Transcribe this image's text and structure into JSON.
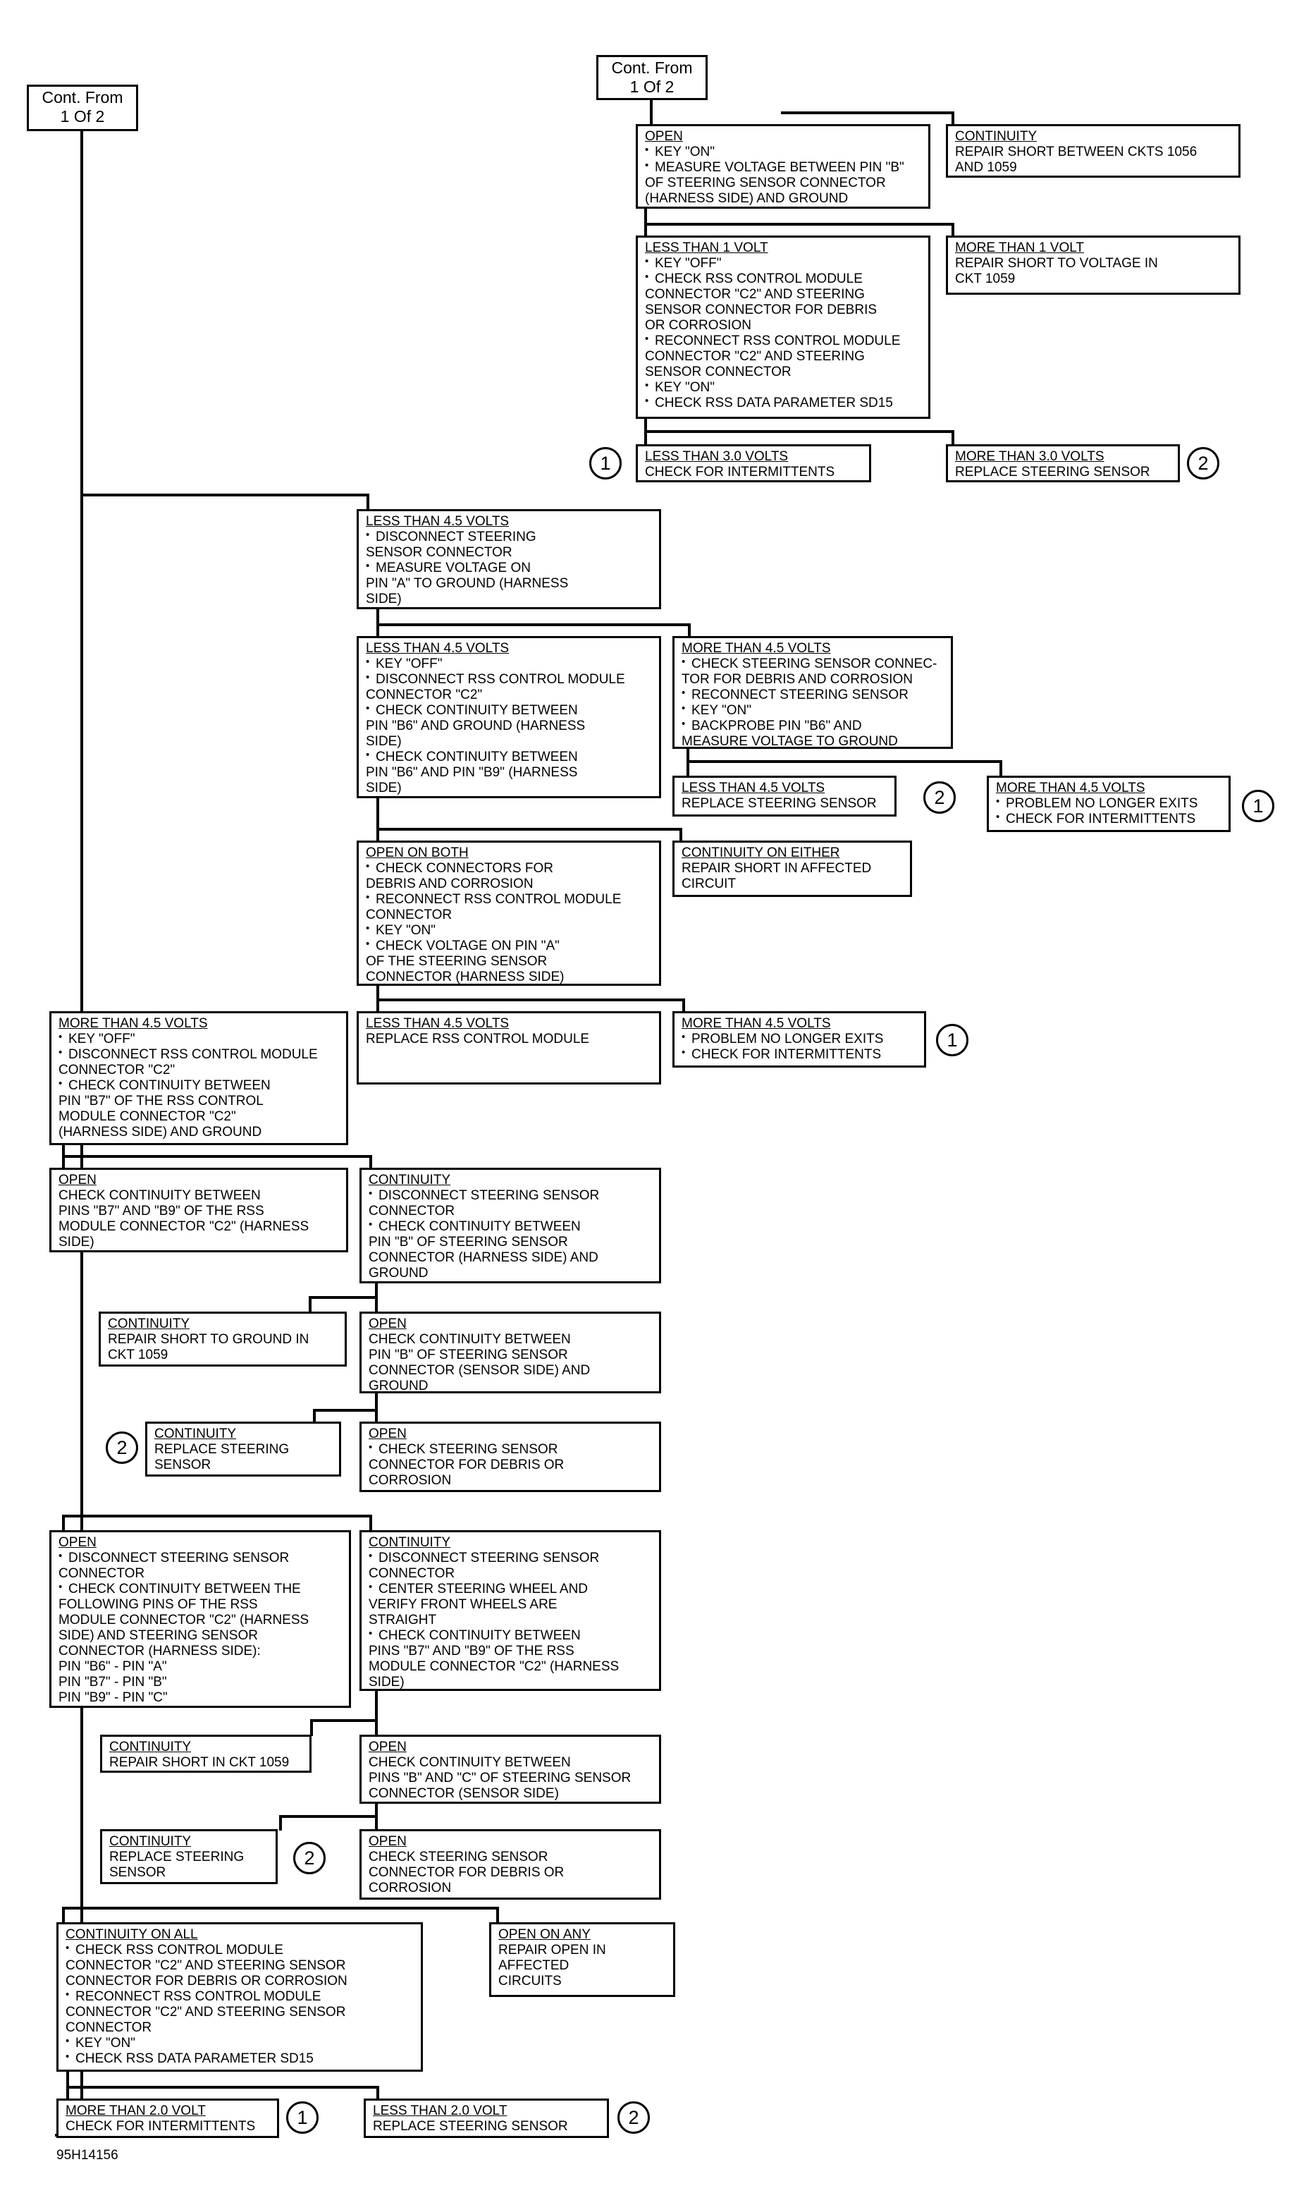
{
  "cont_left": {
    "line1": "Cont. From",
    "line2": "1 Of 2"
  },
  "cont_right": {
    "line1": "Cont. From",
    "line2": "1 Of 2"
  },
  "figure_id": "95H14156",
  "boxes": {
    "b1": {
      "heading": "OPEN",
      "lines": [
        {
          "t": "KEY \"ON\"",
          "b": true
        },
        {
          "t": "MEASURE VOLTAGE BETWEEN PIN \"B\"",
          "b": true
        },
        {
          "t": "OF STEERING SENSOR CONNECTOR",
          "b": false
        },
        {
          "t": "(HARNESS SIDE) AND GROUND",
          "b": false
        }
      ]
    },
    "b2": {
      "heading": "CONTINUITY",
      "lines": [
        {
          "t": "REPAIR SHORT BETWEEN CKTS 1056",
          "b": false
        },
        {
          "t": "AND 1059",
          "b": false
        }
      ]
    },
    "b3": {
      "heading": "LESS THAN 1 VOLT",
      "lines": [
        {
          "t": "KEY \"OFF\"",
          "b": true
        },
        {
          "t": "CHECK RSS CONTROL MODULE",
          "b": true
        },
        {
          "t": "CONNECTOR \"C2\" AND STEERING",
          "b": false
        },
        {
          "t": "SENSOR CONNECTOR FOR DEBRIS",
          "b": false
        },
        {
          "t": "OR CORROSION",
          "b": false
        },
        {
          "t": "RECONNECT RSS CONTROL MODULE",
          "b": true
        },
        {
          "t": "CONNECTOR \"C2\" AND STEERING",
          "b": false
        },
        {
          "t": "SENSOR CONNECTOR",
          "b": false
        },
        {
          "t": "KEY \"ON\"",
          "b": true
        },
        {
          "t": "CHECK RSS DATA PARAMETER SD15",
          "b": true
        }
      ]
    },
    "b4": {
      "heading": "MORE THAN 1 VOLT",
      "lines": [
        {
          "t": "REPAIR SHORT TO VOLTAGE IN",
          "b": false
        },
        {
          "t": "CKT 1059",
          "b": false
        }
      ]
    },
    "b5": {
      "heading": "LESS THAN 3.0 VOLTS",
      "lines": [
        {
          "t": "CHECK FOR INTERMITTENTS",
          "b": false
        }
      ]
    },
    "b6": {
      "heading": "MORE THAN 3.0 VOLTS",
      "lines": [
        {
          "t": "REPLACE STEERING SENSOR",
          "b": false
        }
      ]
    },
    "b7": {
      "heading": "LESS THAN 4.5 VOLTS",
      "lines": [
        {
          "t": "DISCONNECT STEERING",
          "b": true
        },
        {
          "t": "SENSOR CONNECTOR",
          "b": false
        },
        {
          "t": "MEASURE VOLTAGE ON",
          "b": true
        },
        {
          "t": "PIN \"A\" TO GROUND (HARNESS",
          "b": false
        },
        {
          "t": "SIDE)",
          "b": false
        }
      ]
    },
    "b8": {
      "heading": "LESS THAN 4.5 VOLTS",
      "lines": [
        {
          "t": "KEY \"OFF\"",
          "b": true
        },
        {
          "t": "DISCONNECT RSS CONTROL MODULE",
          "b": true
        },
        {
          "t": "CONNECTOR \"C2\"",
          "b": false
        },
        {
          "t": "CHECK CONTINUITY BETWEEN",
          "b": true
        },
        {
          "t": "PIN \"B6\" AND GROUND (HARNESS",
          "b": false
        },
        {
          "t": "SIDE)",
          "b": false
        },
        {
          "t": "CHECK CONTINUITY BETWEEN",
          "b": true
        },
        {
          "t": "PIN \"B6\" AND PIN \"B9\" (HARNESS",
          "b": false
        },
        {
          "t": "SIDE)",
          "b": false
        }
      ]
    },
    "b9": {
      "heading": "MORE THAN 4.5 VOLTS",
      "lines": [
        {
          "t": "CHECK STEERING SENSOR CONNEC-",
          "b": true
        },
        {
          "t": "TOR FOR DEBRIS AND CORROSION",
          "b": false
        },
        {
          "t": "RECONNECT STEERING SENSOR",
          "b": true
        },
        {
          "t": "KEY \"ON\"",
          "b": true
        },
        {
          "t": "BACKPROBE PIN \"B6\" AND",
          "b": true
        },
        {
          "t": "MEASURE VOLTAGE TO GROUND",
          "b": false
        }
      ]
    },
    "b10": {
      "heading": "LESS THAN 4.5 VOLTS",
      "lines": [
        {
          "t": "REPLACE STEERING SENSOR",
          "b": false
        }
      ]
    },
    "b11": {
      "heading": "MORE THAN 4.5 VOLTS",
      "lines": [
        {
          "t": "PROBLEM NO LONGER EXITS",
          "b": true
        },
        {
          "t": "CHECK FOR INTERMITTENTS",
          "b": true
        }
      ]
    },
    "b12": {
      "heading": "OPEN ON BOTH",
      "lines": [
        {
          "t": "CHECK CONNECTORS FOR",
          "b": true
        },
        {
          "t": "DEBRIS AND CORROSION",
          "b": false
        },
        {
          "t": "RECONNECT RSS CONTROL MODULE",
          "b": true
        },
        {
          "t": "CONNECTOR",
          "b": false
        },
        {
          "t": "KEY \"ON\"",
          "b": true
        },
        {
          "t": "CHECK VOLTAGE ON PIN \"A\"",
          "b": true
        },
        {
          "t": "OF THE STEERING SENSOR",
          "b": false
        },
        {
          "t": "CONNECTOR (HARNESS SIDE)",
          "b": false
        }
      ]
    },
    "b13": {
      "heading": "CONTINUITY ON EITHER",
      "lines": [
        {
          "t": "REPAIR SHORT IN AFFECTED",
          "b": false
        },
        {
          "t": "CIRCUIT",
          "b": false
        }
      ]
    },
    "b14": {
      "heading": "LESS THAN 4.5 VOLTS",
      "lines": [
        {
          "t": "REPLACE RSS CONTROL MODULE",
          "b": false
        }
      ]
    },
    "b15": {
      "heading": "MORE THAN 4.5 VOLTS",
      "lines": [
        {
          "t": "PROBLEM NO LONGER EXITS",
          "b": true
        },
        {
          "t": "CHECK FOR INTERMITTENTS",
          "b": true
        }
      ]
    },
    "b16": {
      "heading": "MORE THAN 4.5 VOLTS",
      "lines": [
        {
          "t": "KEY \"OFF\"",
          "b": true
        },
        {
          "t": "DISCONNECT RSS CONTROL MODULE",
          "b": true
        },
        {
          "t": "CONNECTOR \"C2\"",
          "b": false
        },
        {
          "t": "CHECK CONTINUITY BETWEEN",
          "b": true
        },
        {
          "t": "PIN \"B7\" OF THE RSS CONTROL",
          "b": false
        },
        {
          "t": "MODULE CONNECTOR \"C2\"",
          "b": false
        },
        {
          "t": "(HARNESS SIDE) AND GROUND",
          "b": false
        }
      ]
    },
    "b17": {
      "heading": "OPEN",
      "lines": [
        {
          "t": "CHECK CONTINUITY BETWEEN",
          "b": false
        },
        {
          "t": "PINS \"B7\" AND \"B9\" OF THE RSS",
          "b": false
        },
        {
          "t": "MODULE CONNECTOR \"C2\" (HARNESS",
          "b": false
        },
        {
          "t": "SIDE)",
          "b": false
        }
      ]
    },
    "b18": {
      "heading": "CONTINUITY",
      "lines": [
        {
          "t": "DISCONNECT STEERING SENSOR",
          "b": true
        },
        {
          "t": "CONNECTOR",
          "b": false
        },
        {
          "t": "CHECK CONTINUITY BETWEEN",
          "b": true
        },
        {
          "t": "PIN \"B\" OF STEERING SENSOR",
          "b": false
        },
        {
          "t": "CONNECTOR (HARNESS SIDE) AND",
          "b": false
        },
        {
          "t": "GROUND",
          "b": false
        }
      ]
    },
    "b19": {
      "heading": "CONTINUITY",
      "lines": [
        {
          "t": "REPAIR SHORT TO GROUND IN",
          "b": false
        },
        {
          "t": "CKT 1059",
          "b": false
        }
      ]
    },
    "b20": {
      "heading": "OPEN",
      "lines": [
        {
          "t": "CHECK CONTINUITY BETWEEN",
          "b": false
        },
        {
          "t": "PIN \"B\" OF STEERING SENSOR",
          "b": false
        },
        {
          "t": "CONNECTOR (SENSOR SIDE) AND",
          "b": false
        },
        {
          "t": "GROUND",
          "b": false
        }
      ]
    },
    "b21": {
      "heading": "CONTINUITY",
      "lines": [
        {
          "t": "REPLACE STEERING",
          "b": false
        },
        {
          "t": "SENSOR",
          "b": false
        }
      ]
    },
    "b22": {
      "heading": "OPEN",
      "lines": [
        {
          "t": "CHECK STEERING SENSOR",
          "b": true
        },
        {
          "t": "CONNECTOR FOR DEBRIS OR",
          "b": false
        },
        {
          "t": "CORROSION",
          "b": false
        }
      ]
    },
    "b23": {
      "heading": "OPEN",
      "lines": [
        {
          "t": "DISCONNECT STEERING SENSOR",
          "b": true
        },
        {
          "t": "CONNECTOR",
          "b": false
        },
        {
          "t": "CHECK CONTINUITY BETWEEN THE",
          "b": true
        },
        {
          "t": "FOLLOWING PINS OF THE RSS",
          "b": false
        },
        {
          "t": "MODULE CONNECTOR \"C2\" (HARNESS",
          "b": false
        },
        {
          "t": "SIDE) AND STEERING SENSOR",
          "b": false
        },
        {
          "t": "CONNECTOR (HARNESS SIDE):",
          "b": false
        },
        {
          "t": "PIN \"B6\" - PIN \"A\"",
          "b": false
        },
        {
          "t": "PIN \"B7\" - PIN \"B\"",
          "b": false
        },
        {
          "t": "PIN \"B9\" - PIN \"C\"",
          "b": false
        }
      ]
    },
    "b24": {
      "heading": "CONTINUITY",
      "lines": [
        {
          "t": "DISCONNECT STEERING SENSOR",
          "b": true
        },
        {
          "t": "CONNECTOR",
          "b": false
        },
        {
          "t": "CENTER STEERING WHEEL AND",
          "b": true
        },
        {
          "t": "VERIFY FRONT WHEELS ARE",
          "b": false
        },
        {
          "t": "STRAIGHT",
          "b": false
        },
        {
          "t": "CHECK CONTINUITY BETWEEN",
          "b": true
        },
        {
          "t": "PINS \"B7\" AND \"B9\" OF THE RSS",
          "b": false
        },
        {
          "t": "MODULE CONNECTOR \"C2\" (HARNESS",
          "b": false
        },
        {
          "t": "SIDE)",
          "b": false
        }
      ]
    },
    "b25": {
      "heading": "CONTINUITY",
      "lines": [
        {
          "t": "REPAIR SHORT IN CKT 1059",
          "b": false
        }
      ]
    },
    "b26": {
      "heading": "OPEN",
      "lines": [
        {
          "t": "CHECK CONTINUITY BETWEEN",
          "b": false
        },
        {
          "t": "PINS \"B\" AND \"C\" OF STEERING SENSOR",
          "b": false
        },
        {
          "t": "CONNECTOR (SENSOR SIDE)",
          "b": false
        }
      ]
    },
    "b27": {
      "heading": "CONTINUITY",
      "lines": [
        {
          "t": "REPLACE STEERING",
          "b": false
        },
        {
          "t": "SENSOR",
          "b": false
        }
      ]
    },
    "b28": {
      "heading": "OPEN",
      "lines": [
        {
          "t": "CHECK STEERING SENSOR",
          "b": false
        },
        {
          "t": "CONNECTOR FOR DEBRIS OR",
          "b": false
        },
        {
          "t": "CORROSION",
          "b": false
        }
      ]
    },
    "b29": {
      "heading": "CONTINUITY ON ALL",
      "lines": [
        {
          "t": "CHECK RSS CONTROL MODULE",
          "b": true
        },
        {
          "t": "CONNECTOR \"C2\" AND  STEERING SENSOR",
          "b": false
        },
        {
          "t": "CONNECTOR FOR DEBRIS OR CORROSION",
          "b": false
        },
        {
          "t": "RECONNECT RSS CONTROL MODULE",
          "b": true
        },
        {
          "t": "CONNECTOR \"C2\" AND STEERING SENSOR",
          "b": false
        },
        {
          "t": "CONNECTOR",
          "b": false
        },
        {
          "t": "KEY \"ON\"",
          "b": true
        },
        {
          "t": "CHECK RSS DATA PARAMETER SD15",
          "b": true
        }
      ]
    },
    "b30": {
      "heading": "OPEN ON ANY",
      "lines": [
        {
          "t": "REPAIR OPEN IN",
          "b": false
        },
        {
          "t": "AFFECTED",
          "b": false
        },
        {
          "t": "CIRCUITS",
          "b": false
        }
      ]
    },
    "b31": {
      "heading": "MORE THAN 2.0 VOLT",
      "lines": [
        {
          "t": "CHECK FOR INTERMITTENTS",
          "b": false
        }
      ]
    },
    "b32": {
      "heading": "LESS THAN 2.0 VOLT",
      "lines": [
        {
          "t": "REPLACE STEERING SENSOR",
          "b": false
        }
      ]
    }
  },
  "refs": {
    "r1": "1",
    "r2": "2",
    "r3": "2",
    "r4": "1",
    "r5": "1",
    "r6": "2",
    "r7": "2",
    "r8": "1",
    "r9": "2"
  }
}
